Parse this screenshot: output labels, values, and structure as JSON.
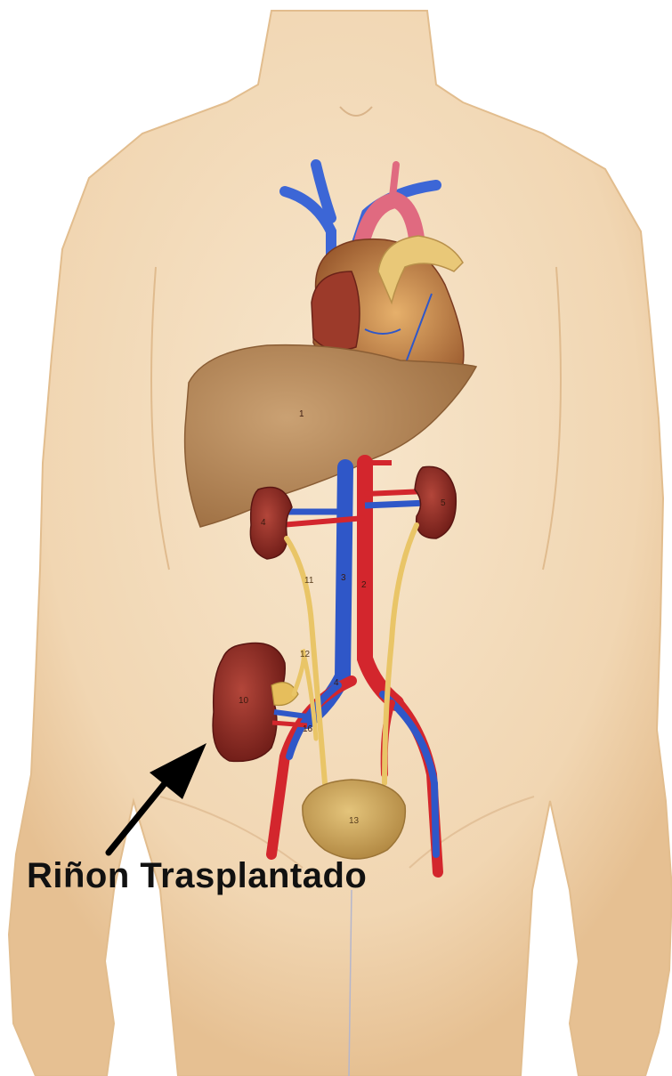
{
  "caption": "Riñon Trasplantado",
  "organ_numbers": {
    "liver": "1",
    "aorta": "2",
    "vena_cava": "3",
    "native_kidney_right": "4",
    "native_kidney_left": "5",
    "ureter_left": "11",
    "transplant_kidney": "10",
    "transplant_ureter": "12",
    "bladder": "13",
    "iliac": "4",
    "vessel_junction": "16"
  },
  "colors": {
    "skin": "#f3dcbc",
    "skin_edge": "#e2bd8e",
    "artery": "#d3262d",
    "vein": "#2f57c8",
    "kidney": "#8e2a22",
    "liver": "#b5895a",
    "ureter": "#e9c567",
    "bladder": "#d1ad62",
    "arrow": "#000000"
  }
}
